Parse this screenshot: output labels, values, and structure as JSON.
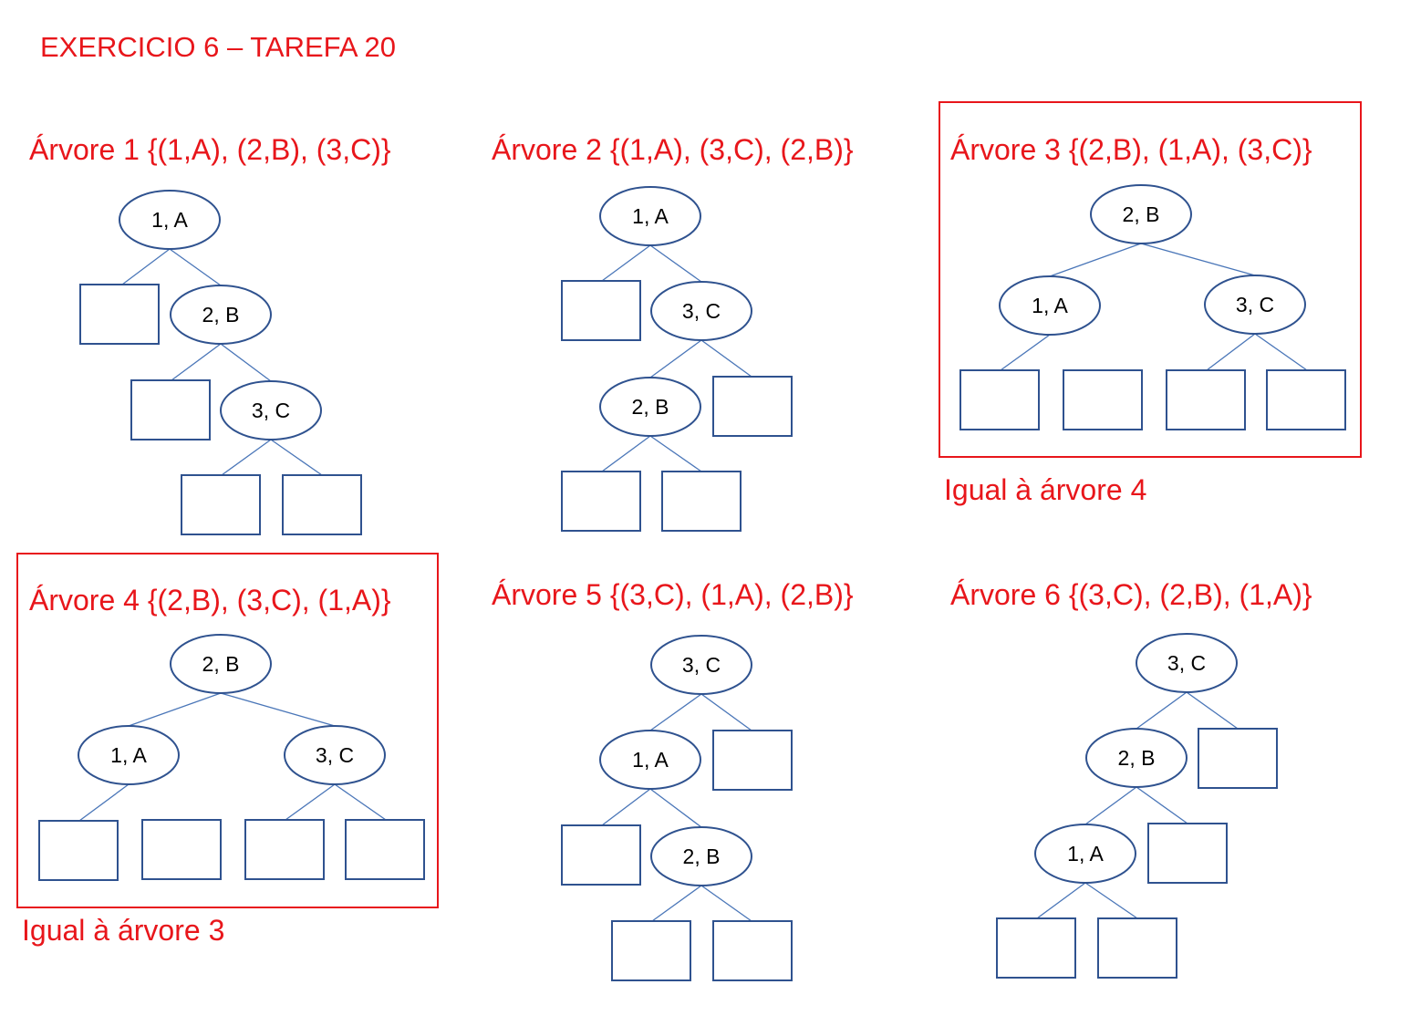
{
  "title": "EXERCICIO 6  – TAREFA 20",
  "colors": {
    "text": "#e8161b",
    "node_stroke": "#2f528f",
    "edge": "#4a76b8"
  },
  "trees": [
    {
      "title": "Árvore 1 {(1,A), (2,B), (3,C)}",
      "highlighted": false,
      "note": "",
      "nodes": [
        "1, A",
        "2, B",
        "3, C"
      ]
    },
    {
      "title": "Árvore 2 {(1,A), (3,C), (2,B)}",
      "highlighted": false,
      "note": "",
      "nodes": [
        "1, A",
        "3, C",
        "2, B"
      ]
    },
    {
      "title": "Árvore 3 {(2,B), (1,A), (3,C)}",
      "highlighted": true,
      "note": "Igual à árvore 4",
      "nodes": [
        "2, B",
        "1, A",
        "3, C"
      ]
    },
    {
      "title": "Árvore 4 {(2,B), (3,C), (1,A)}",
      "highlighted": true,
      "note": "Igual à árvore 3",
      "nodes": [
        "2, B",
        "1, A",
        "3, C"
      ]
    },
    {
      "title": "Árvore 5 {(3,C), (1,A), (2,B)}",
      "highlighted": false,
      "note": "",
      "nodes": [
        "3, C",
        "1, A",
        "2, B"
      ]
    },
    {
      "title": "Árvore 6 {(3,C), (2,B), (1,A)}",
      "highlighted": false,
      "note": "",
      "nodes": [
        "3, C",
        "2, B",
        "1, A"
      ]
    }
  ]
}
